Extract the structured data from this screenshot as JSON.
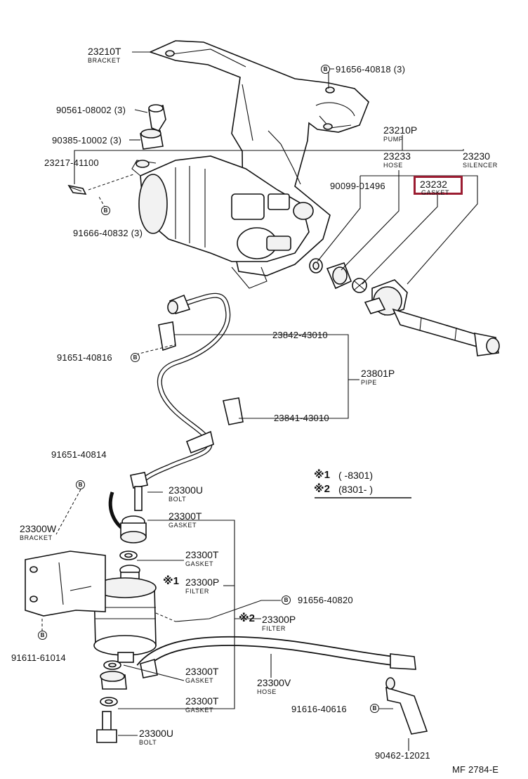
{
  "parts": [
    {
      "key": "p23210t",
      "number": "23210T",
      "name": "BRACKET"
    },
    {
      "key": "p91656a",
      "number": "91656-40818 (3)",
      "bolt": "B"
    },
    {
      "key": "p90561",
      "number": "90561-08002 (3)"
    },
    {
      "key": "p90385",
      "number": "90385-10002 (3)"
    },
    {
      "key": "p23210p",
      "number": "23210P",
      "name": "PUMP"
    },
    {
      "key": "p23233",
      "number": "23233",
      "name": "HOSE"
    },
    {
      "key": "p23230",
      "number": "23230",
      "name": "SILENCER"
    },
    {
      "key": "p23217",
      "number": "23217-41100"
    },
    {
      "key": "p90099",
      "number": "90099-01496"
    },
    {
      "key": "p23232",
      "number": "23232",
      "name": "GASKET",
      "highlighted": true
    },
    {
      "key": "p91666",
      "number": "91666-40832 (3)",
      "bolt": "B"
    },
    {
      "key": "p23842",
      "number": "23842-43010"
    },
    {
      "key": "p91651a",
      "number": "91651-40816",
      "bolt": "B"
    },
    {
      "key": "p23801p",
      "number": "23801P",
      "name": "PIPE"
    },
    {
      "key": "p23841",
      "number": "23841-43010"
    },
    {
      "key": "p91651b",
      "number": "91651-40814",
      "bolt": "B"
    },
    {
      "key": "p23300u_top",
      "number": "23300U",
      "name": "BOLT"
    },
    {
      "key": "p23300w",
      "number": "23300W",
      "name": "BRACKET"
    },
    {
      "key": "p23300t_1",
      "number": "23300T",
      "name": "GASKET"
    },
    {
      "key": "p23300t_2",
      "number": "23300T",
      "name": "GASKET"
    },
    {
      "key": "p23300p_1",
      "number": "23300P",
      "name": "FILTER",
      "mark": "※1"
    },
    {
      "key": "p91656b",
      "number": "91656-40820",
      "bolt": "B"
    },
    {
      "key": "p23300p_2",
      "number": "23300P",
      "name": "FILTER",
      "mark": "※2"
    },
    {
      "key": "p91611",
      "number": "91611-61014",
      "bolt": "B"
    },
    {
      "key": "p23300t_3",
      "number": "23300T",
      "name": "GASKET"
    },
    {
      "key": "p23300v",
      "number": "23300V",
      "name": "HOSE"
    },
    {
      "key": "p91616",
      "number": "91616-40616",
      "bolt": "B"
    },
    {
      "key": "p23300t_4",
      "number": "23300T",
      "name": "GASKET"
    },
    {
      "key": "p23300u_bot",
      "number": "23300U",
      "name": "BOLT"
    },
    {
      "key": "p90462",
      "number": "90462-12021"
    }
  ],
  "legend": [
    {
      "mark": "※1",
      "text": "(       -8301)"
    },
    {
      "mark": "※2",
      "text": "(8301-        )"
    }
  ],
  "footer": {
    "code": "MF  2784-E"
  },
  "highlight_color": "#9b1c31"
}
